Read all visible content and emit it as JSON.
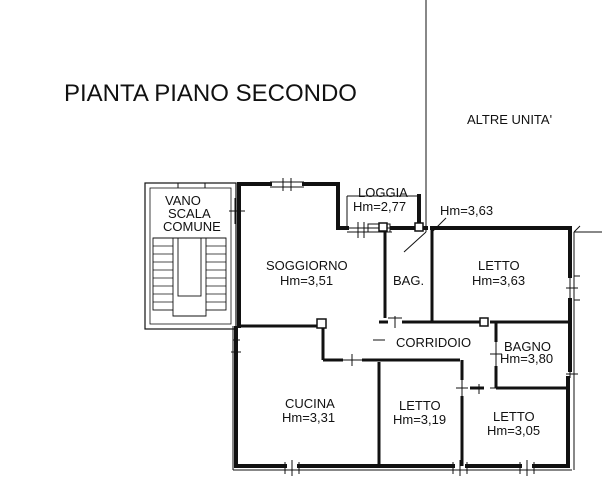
{
  "title": "PIANTA PIANO SECONDO",
  "neighbour_label": "ALTRE UNITA'",
  "colors": {
    "line": "#111111",
    "background": "#ffffff"
  },
  "stair": {
    "line1": "VANO",
    "line2": "SCALA",
    "line3": "COMUNE"
  },
  "rooms": {
    "loggia": {
      "name": "LOGGIA",
      "height": "Hm=2,77"
    },
    "soggiorno": {
      "name": "SOGGIORNO",
      "height": "Hm=3,51"
    },
    "bag": {
      "name": "BAG."
    },
    "hm_top": {
      "height": "Hm=3,63"
    },
    "letto1": {
      "name": "LETTO",
      "height": "Hm=3,63"
    },
    "corridoio": {
      "name": "CORRIDOIO"
    },
    "bagno": {
      "name": "BAGNO",
      "height": "Hm=3,80"
    },
    "cucina": {
      "name": "CUCINA",
      "height": "Hm=3,31"
    },
    "letto2": {
      "name": "LETTO",
      "height": "Hm=3,19"
    },
    "letto3": {
      "name": "LETTO",
      "height": "Hm=3,05"
    }
  }
}
